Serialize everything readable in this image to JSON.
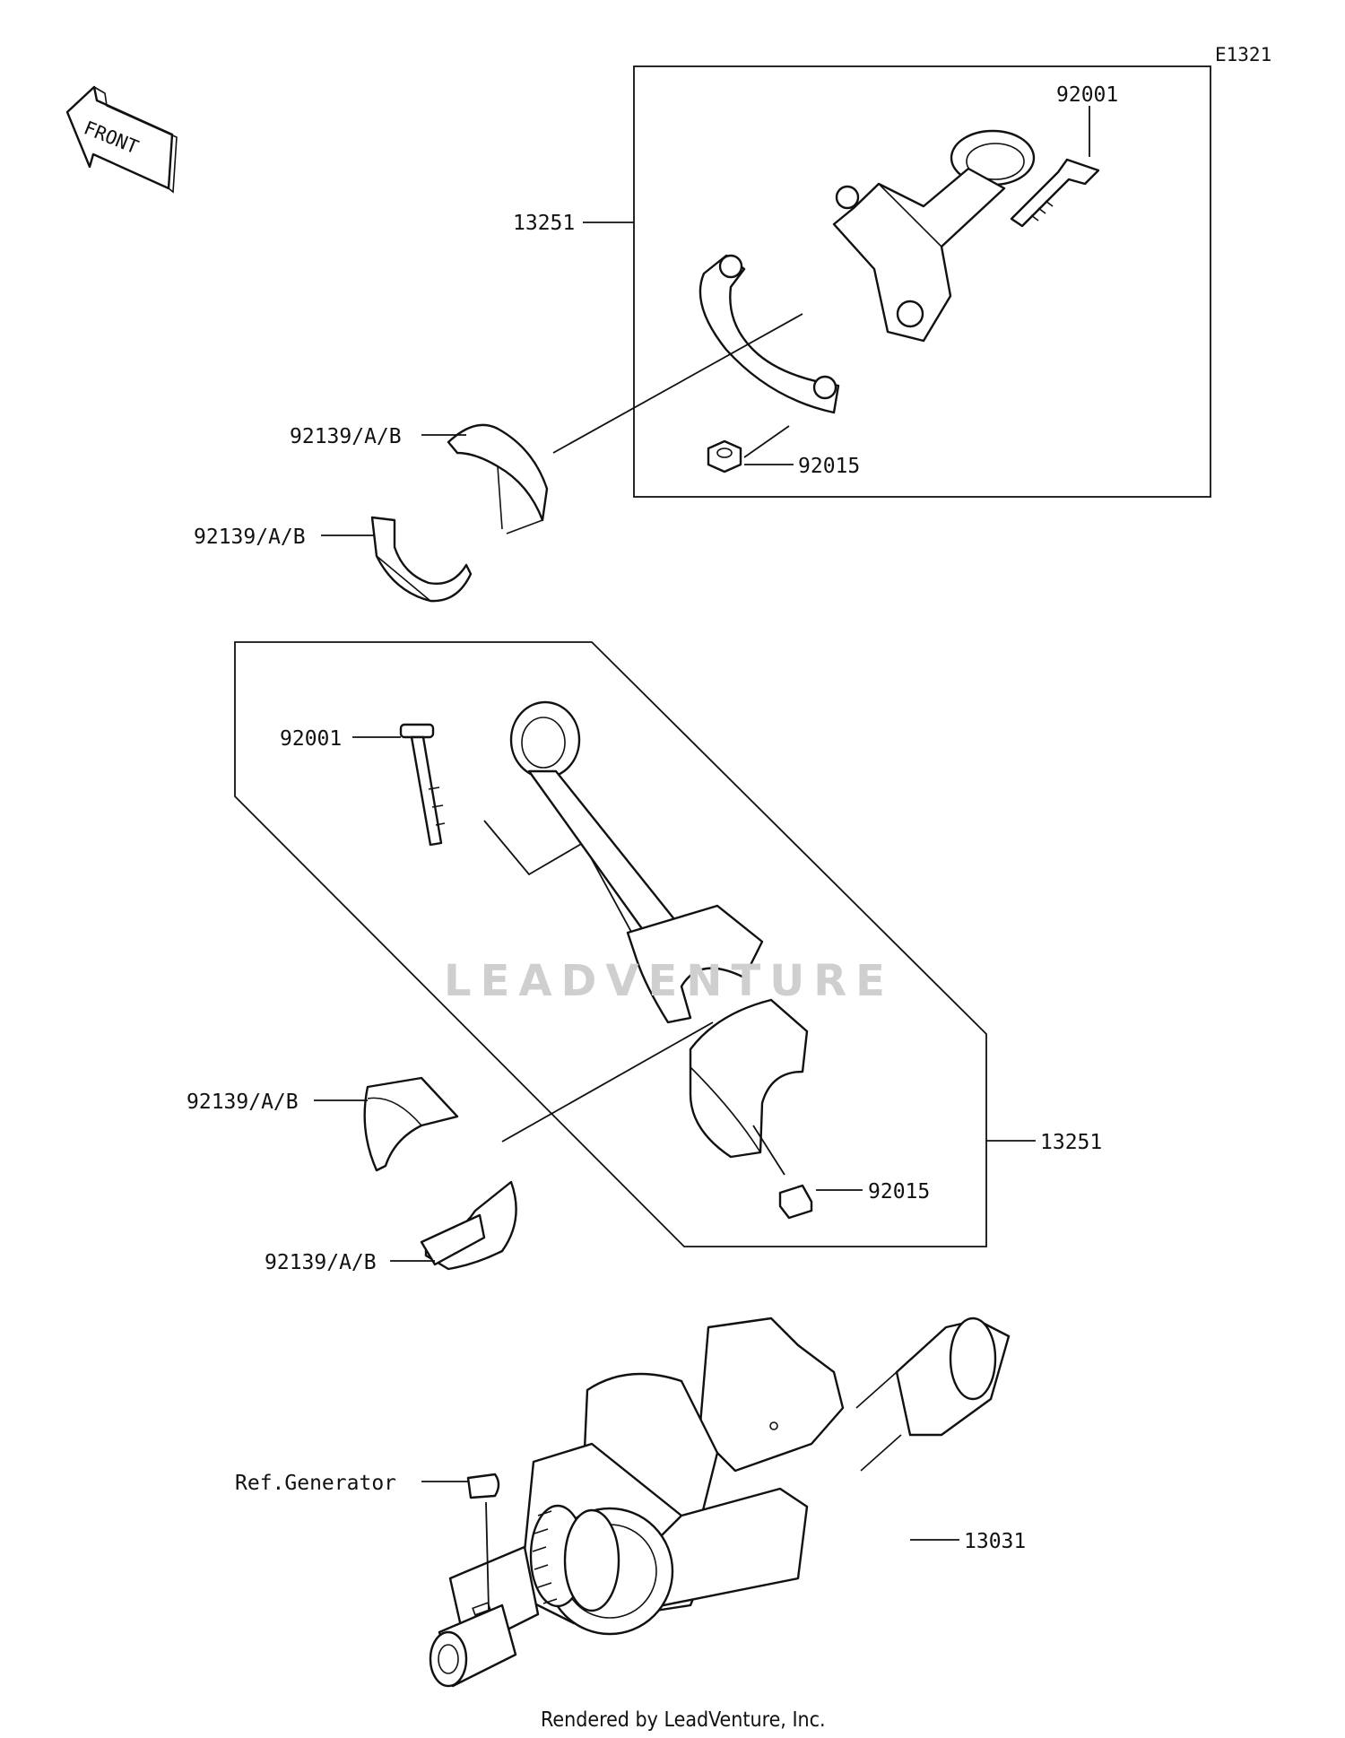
{
  "diagram_code": "E1321",
  "front_arrow_label": "FRONT",
  "watermark": "LEADVENTURE",
  "footer": "Rendered by LeadVenture, Inc.",
  "callouts": {
    "top_rod_assembly": "13251",
    "top_bolt": "92001",
    "top_nut": "92015",
    "top_bearing_upper": "92139/A/B",
    "top_bearing_lower": "92139/A/B",
    "mid_bolt": "92001",
    "mid_rod_assembly": "13251",
    "mid_nut": "92015",
    "mid_bearing_upper": "92139/A/B",
    "mid_bearing_lower": "92139/A/B",
    "ref_generator": "Ref.Generator",
    "crankshaft": "13031"
  }
}
